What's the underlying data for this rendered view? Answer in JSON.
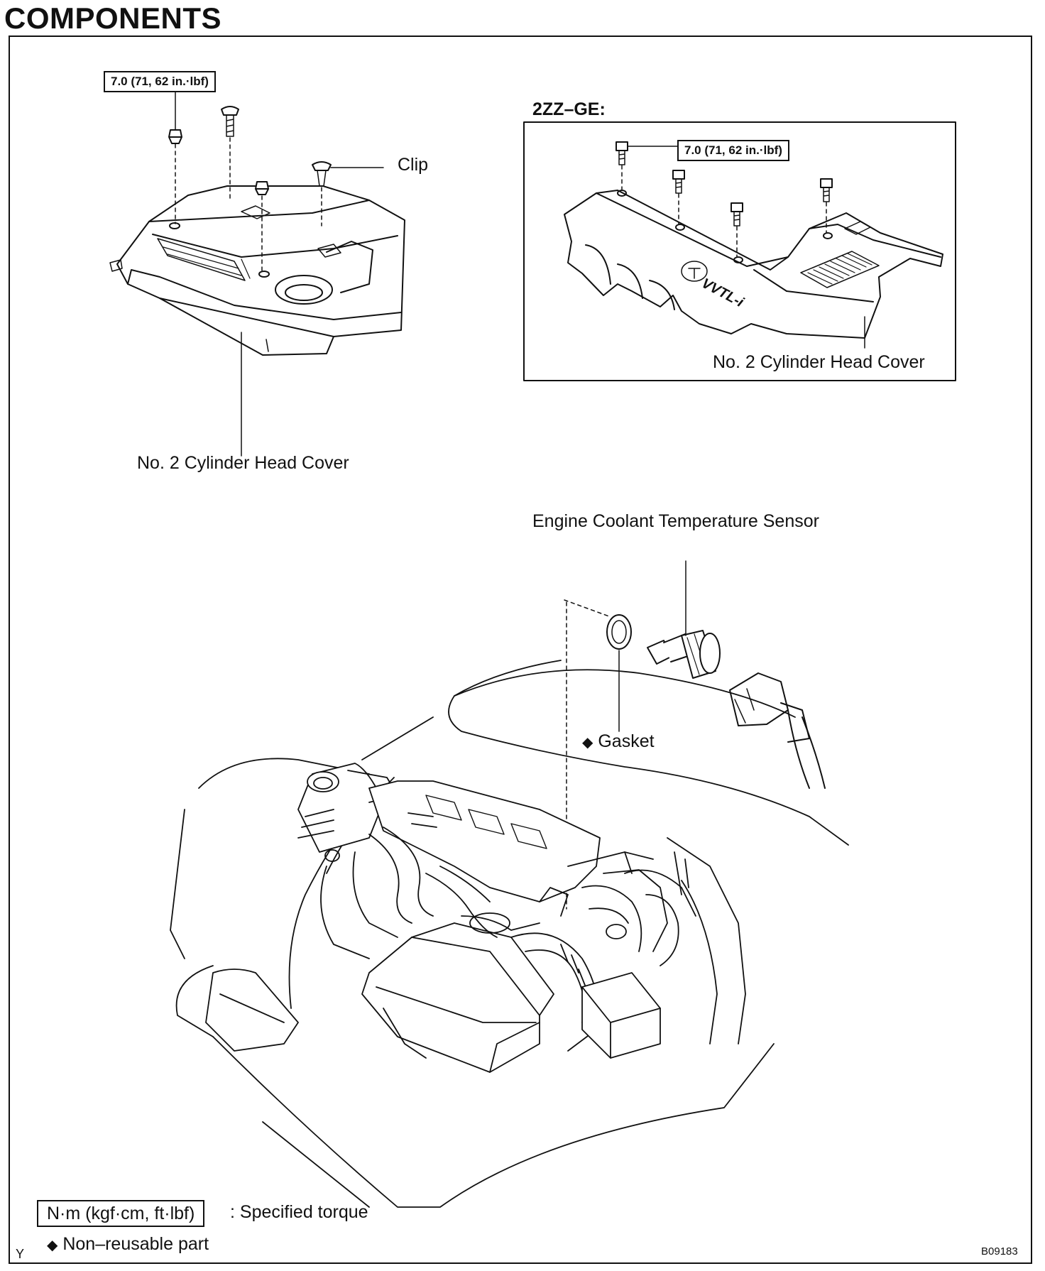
{
  "header": {
    "title": "COMPONENTS"
  },
  "left_view": {
    "torque_label": "7.0 (71, 62 in.·lbf)",
    "clip_label": "Clip",
    "cover_label": "No. 2 Cylinder Head Cover"
  },
  "inset_2zz": {
    "heading": "2ZZ–GE:",
    "torque_label": "7.0 (71, 62 in.·lbf)",
    "cover_label": "No. 2 Cylinder Head Cover",
    "logo_text": "VVTL-i"
  },
  "sensor_view": {
    "sensor_label": "Engine Coolant Temperature Sensor",
    "gasket_label": "Gasket",
    "gasket_marker": "◆"
  },
  "legend": {
    "torque_unit": "N·m (kgf·cm, ft·lbf)",
    "torque_desc": ": Specified torque",
    "nonreusable_marker": "◆",
    "nonreusable_desc": "Non–reusable part"
  },
  "footer": {
    "corner_mark": "Y",
    "figure_code": "B09183"
  }
}
